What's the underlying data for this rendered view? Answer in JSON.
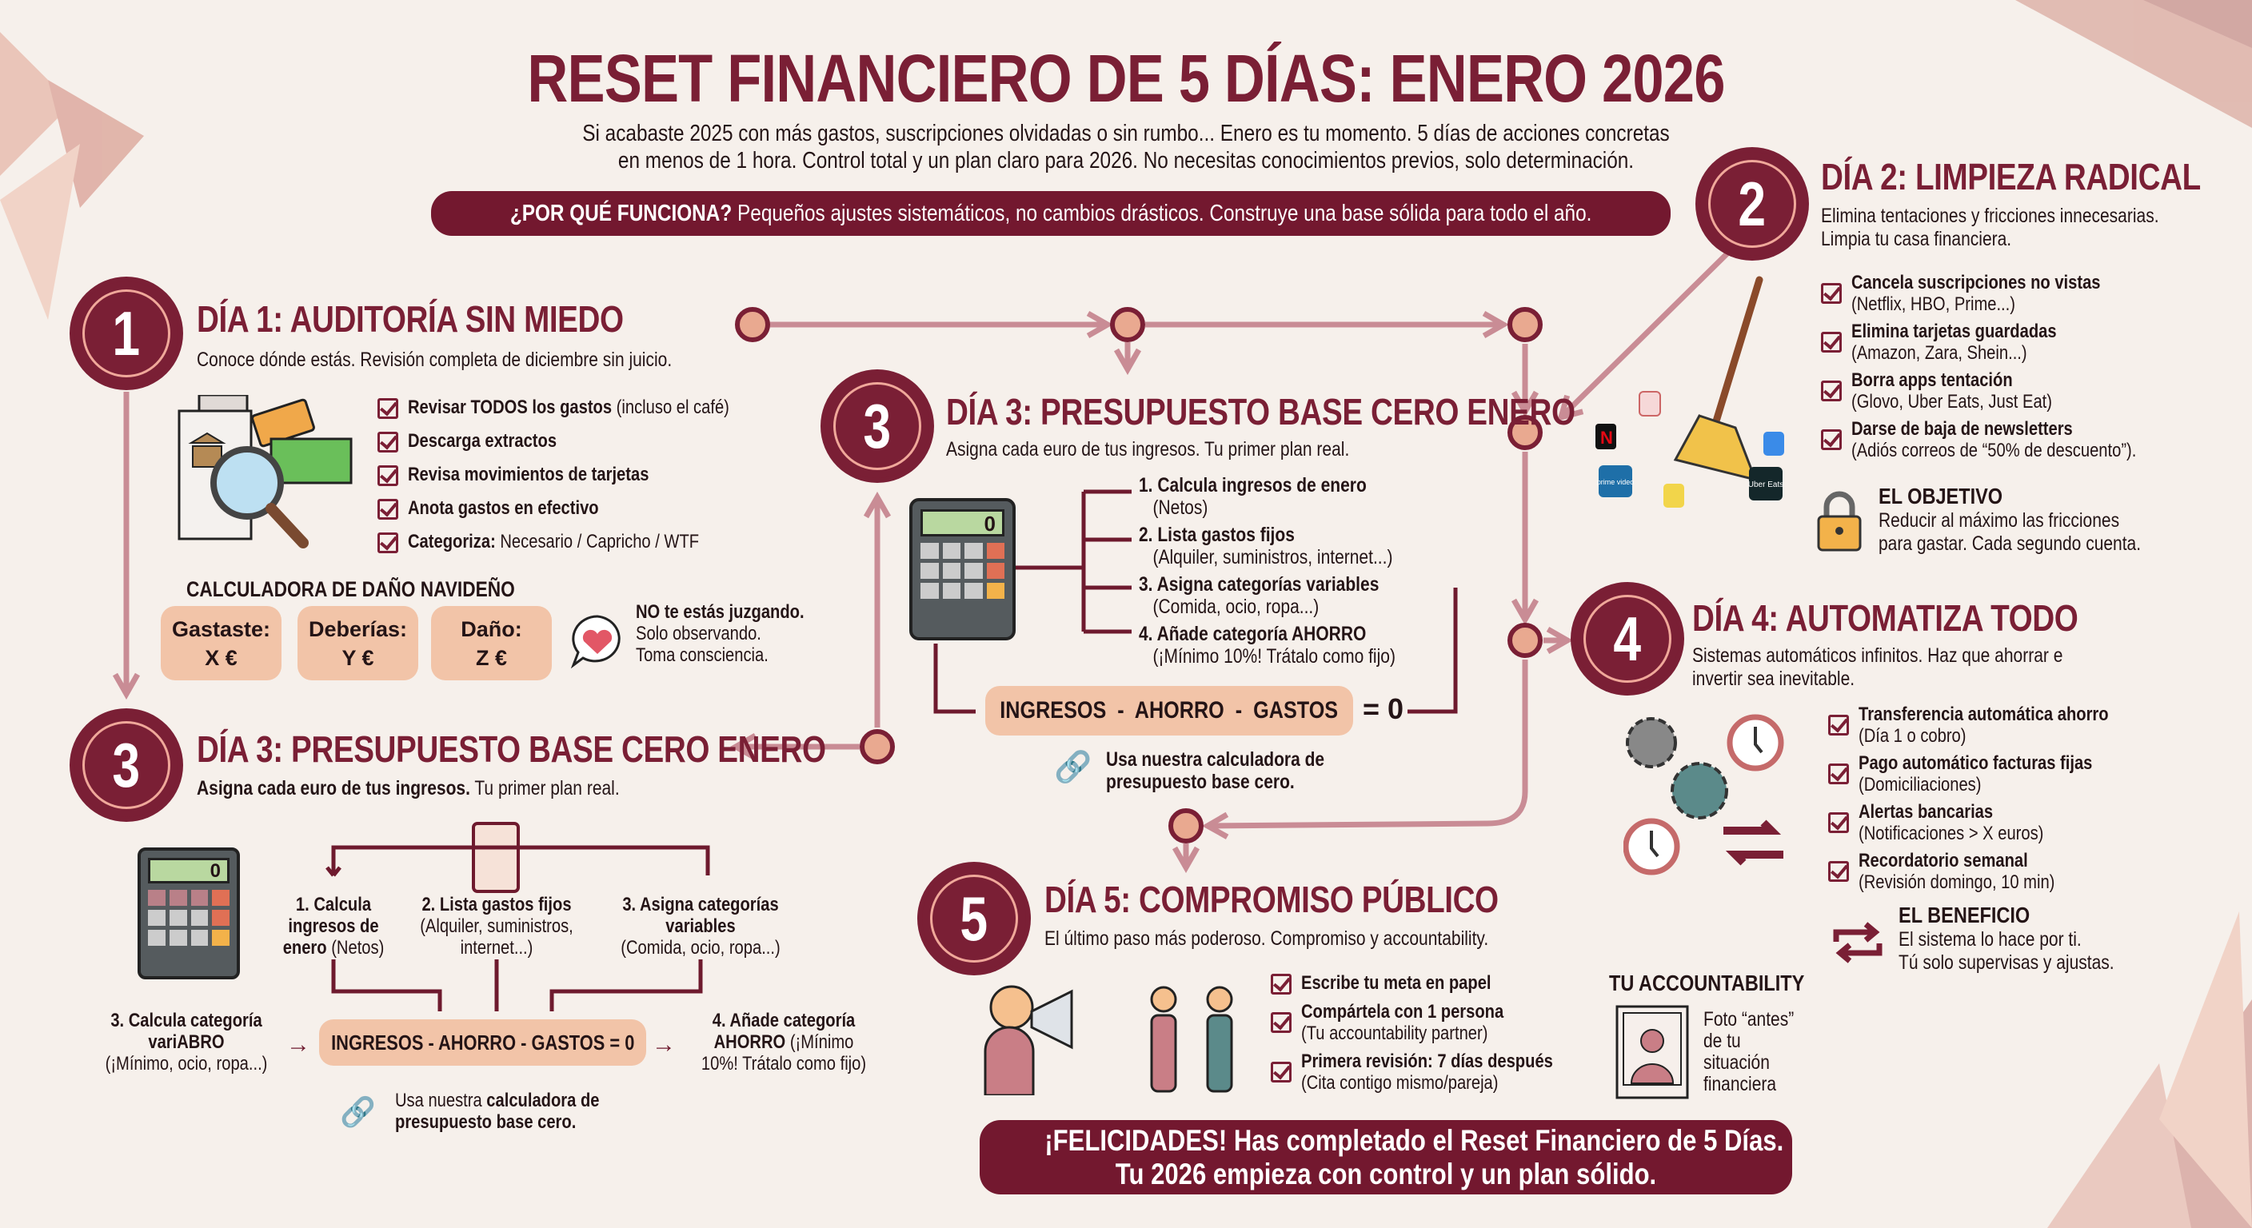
{
  "colors": {
    "maroon": "#7a1f35",
    "peach": "#f2c4a8",
    "line": "#c98c95",
    "background": "#f6f0eb"
  },
  "header": {
    "title": "RESET FINANCIERO DE 5 DÍAS: ENERO 2026",
    "intro_line1": "Si acabaste 2025 con más gastos, suscripciones olvidadas o sin rumbo... Enero es tu momento. 5 días de acciones concretas",
    "intro_line2": "en menos de 1 hora. Control total y un plan claro para 2026. No necesitas conocimientos previos, solo determinación.",
    "banner_bold": "¿POR QUÉ FUNCIONA?",
    "banner_text": " Pequeños ajustes sistemáticos, no cambios drásticos. Construye una base sólida para todo el año."
  },
  "day1": {
    "number": "1",
    "title": "DÍA 1: AUDITORÍA SIN MIEDO",
    "desc": "Conoce dónde estás. Revisión completa de diciembre sin juicio.",
    "items": [
      {
        "bold": "Revisar TODOS los gastos",
        "text": " (incluso el café)"
      },
      {
        "bold": "Descarga extractos",
        "text": ""
      },
      {
        "bold": "Revisa movimientos de tarjetas",
        "text": ""
      },
      {
        "bold": "Anota gastos en efectivo",
        "text": ""
      },
      {
        "bold": "Categoriza:",
        "text": " Necesario / Capricho / WTF"
      }
    ],
    "calc_title": "CALCULADORA DE DAÑO NAVIDEÑO",
    "calc": [
      {
        "label": "Gastaste:",
        "value": "X €"
      },
      {
        "label": "Deberías:",
        "value": "Y €"
      },
      {
        "label": "Daño:",
        "value": "Z €"
      }
    ],
    "note_bold": "NO te estás juzgando.",
    "note_line2": "Solo observando.",
    "note_line3": "Toma consciencia."
  },
  "day2": {
    "number": "2",
    "title": "DÍA 2: LIMPIEZA RADICAL",
    "desc1": "Elimina tentaciones y fricciones innecesarias.",
    "desc2": "Limpia tu casa financiera.",
    "items": [
      {
        "bold": "Cancela suscripciones no vistas",
        "text": "(Netflix, HBO, Prime...)"
      },
      {
        "bold": "Elimina tarjetas guardadas",
        "text": "(Amazon, Zara, Shein...)"
      },
      {
        "bold": "Borra apps tentación",
        "text": "(Glovo, Uber Eats, Just Eat)"
      },
      {
        "bold": "Darse de baja de newsletters",
        "text": "(Adiós correos de “50% de descuento”)."
      }
    ],
    "apps": {
      "netflix": "N",
      "prime": "prime video",
      "uber": "Uber Eats"
    },
    "goal_title": "EL OBJETIVO",
    "goal_line1": "Reducir al máximo las fricciones",
    "goal_line2": "para gastar. Cada segundo cuenta."
  },
  "day3": {
    "number": "3",
    "title": "DÍA 3: PRESUPUESTO BASE CERO ENERO",
    "desc": "Asigna cada euro de tus ingresos. Tu primer plan real.",
    "calc_display": "0",
    "steps": [
      {
        "bold": "1. Calcula ingresos de enero",
        "text": "(Netos)"
      },
      {
        "bold": "2. Lista gastos fijos",
        "text": "(Alquiler, suministros, internet...)"
      },
      {
        "bold": "3. Asigna categorías variables",
        "text": "(Comida, ocio, ropa...)"
      },
      {
        "bold": "4. Añade categoría AHORRO",
        "text": "(¡Mínimo 10%! Trátalo como fijo)"
      }
    ],
    "formula": "INGRESOS  -  AHORRO  -  GASTOS",
    "equals": "= 0",
    "link_text": "Usa nuestra calculadora de",
    "link_text2": "presupuesto base cero."
  },
  "day3_alt": {
    "number": "3",
    "title": "DÍA 3: PRESUPUESTO BASE CERO ENERO",
    "desc_bold": "Asigna cada euro de tus ingresos.",
    "desc": " Tu primer plan real.",
    "calc_display": "0",
    "step1": [
      "1. Calcula",
      "ingresos de",
      "enero",
      "(Netos)"
    ],
    "step2": [
      "2. Lista gastos fijos",
      "(Alquiler, suministros,",
      "internet...)"
    ],
    "step3": [
      "3. Asigna categorías",
      "variables",
      "(Comida, ocio, ropa...)"
    ],
    "left": [
      "3. Calcula categoría",
      "variABRO",
      "(¡Mínimo, ocio, ropa...)"
    ],
    "right": [
      "4. Añade categoría",
      "AHORRO",
      "(¡Mínimo",
      "10%! Trátalo como fijo)"
    ],
    "formula": "INGRESOS - AHORRO - GASTOS = 0",
    "link_pre": "Usa nuestra ",
    "link_bold": "calculadora de",
    "link_line2": "presupuesto base cero."
  },
  "day4": {
    "number": "4",
    "title": "DÍA 4: AUTOMATIZA TODO",
    "desc1": "Sistemas automáticos infinitos. Haz que ahorrar e",
    "desc2": "invertir sea inevitable.",
    "items": [
      {
        "bold": "Transferencia automática ahorro",
        "text": "(Día 1 o cobro)"
      },
      {
        "bold": "Pago automático facturas fijas",
        "text": "(Domiciliaciones)"
      },
      {
        "bold": "Alertas bancarias",
        "text": "(Notificaciones > X euros)"
      },
      {
        "bold": "Recordatorio semanal",
        "text": "(Revisión domingo, 10 min)"
      }
    ],
    "benefit_title": "EL BENEFICIO",
    "benefit_line1": "El sistema lo hace por ti.",
    "benefit_line2": "Tú solo supervisas y ajustas."
  },
  "day5": {
    "number": "5",
    "title": "DÍA 5: COMPROMISO PÚBLICO",
    "desc": "El último paso más poderoso. Compromiso y accountability.",
    "items": [
      {
        "bold": "Escribe tu meta en papel",
        "text": ""
      },
      {
        "bold": "Compártela con 1 persona",
        "text": "(Tu accountability partner)"
      },
      {
        "bold": "Primera revisión: 7 días después",
        "text": "(Cita contigo mismo/pareja)"
      }
    ],
    "acc_title": "TU ACCOUNTABILITY",
    "acc_lines": [
      "Foto “antes”",
      "de tu",
      "situación",
      "financiera"
    ]
  },
  "footer": {
    "line1": "¡FELICIDADES! Has completado el Reset Financiero de 5 Días.",
    "line2": "Tu 2026 empieza con control y un plan sólido."
  }
}
